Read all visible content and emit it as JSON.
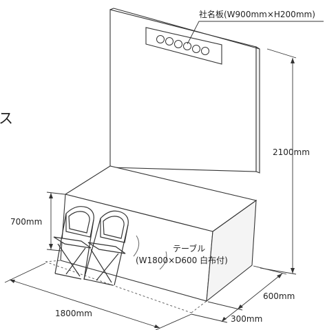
{
  "labels": {
    "sign": "社名板(W900mm×H200mm)",
    "height_total": "2100mm",
    "table_height": "700mm",
    "table_name": "テーブル",
    "table_spec": "(W1800×D600 白布付)",
    "width": "1800mm",
    "depth": "600mm",
    "offset": "300mm",
    "edge_char": "ス",
    "sign_circles": "○○○○○○"
  }
}
